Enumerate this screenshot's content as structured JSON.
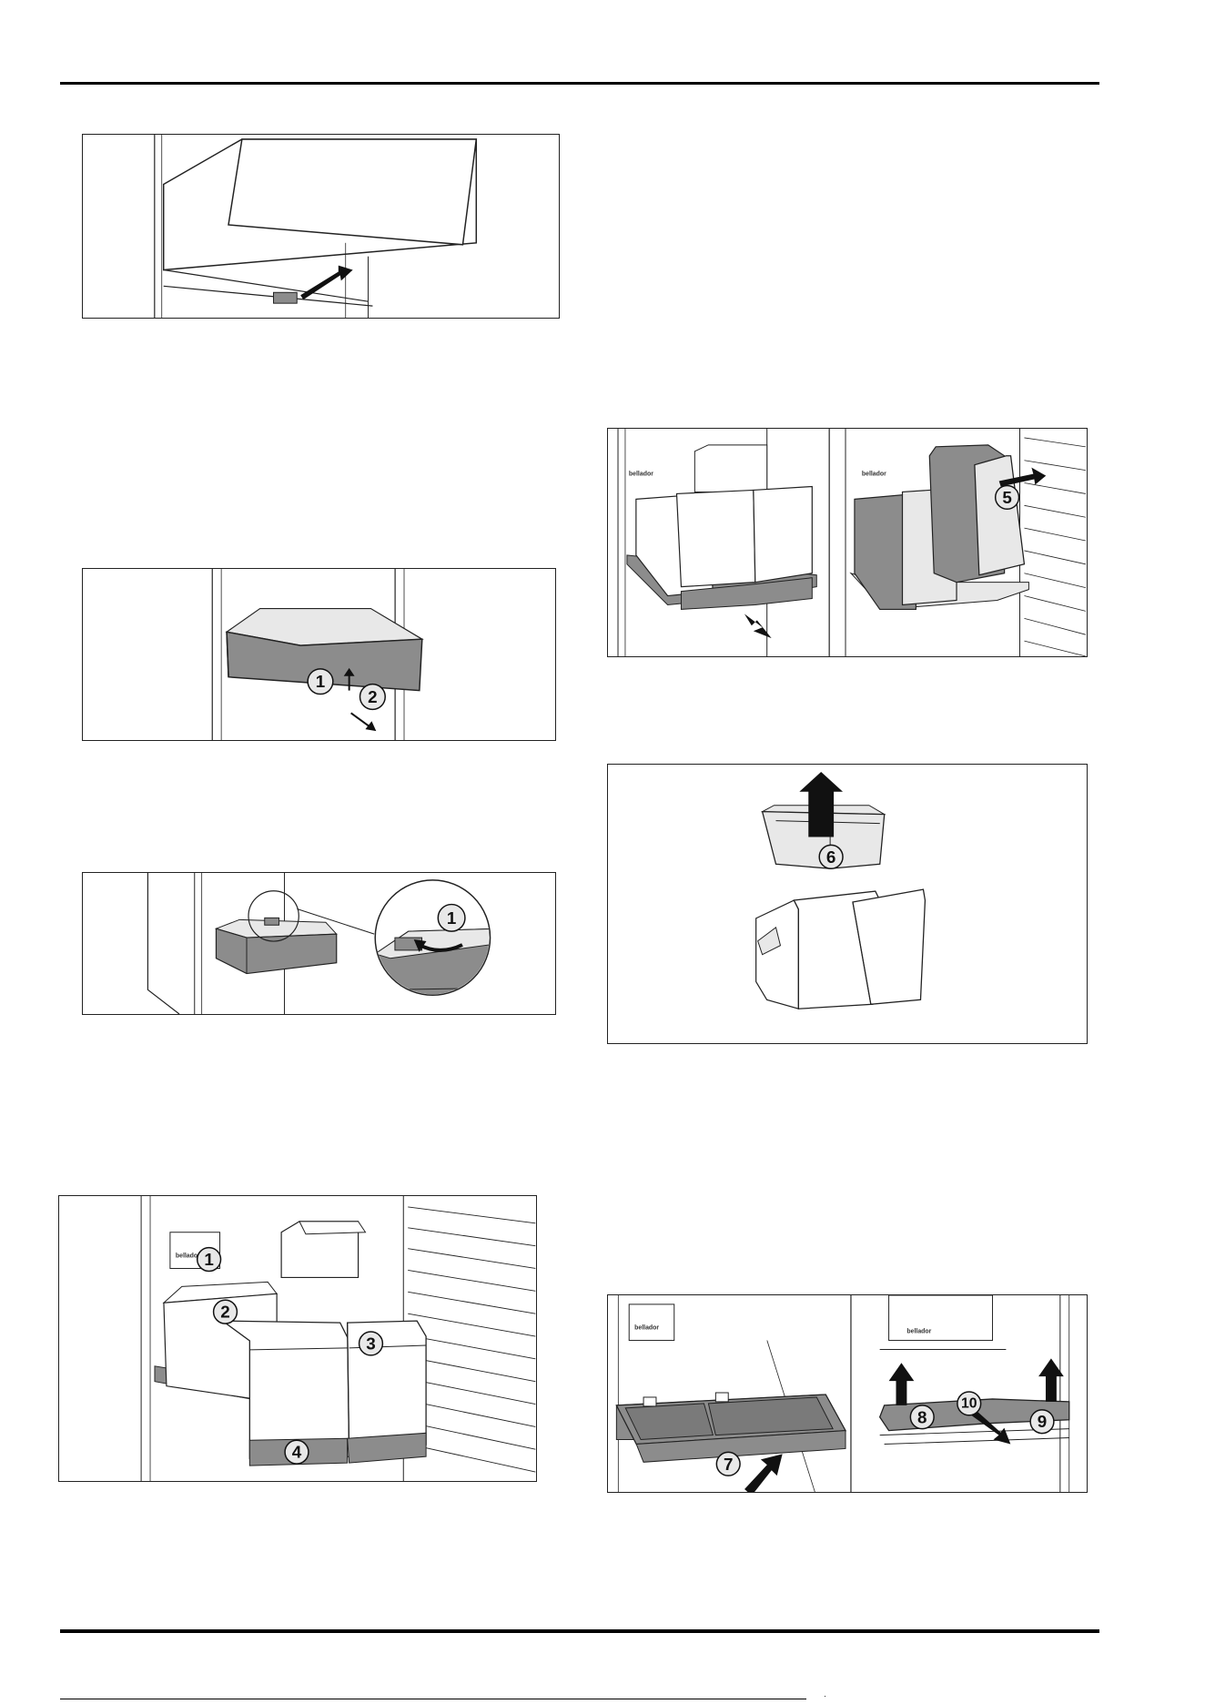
{
  "page": {
    "background": "#ffffff",
    "line_color": "#000000",
    "drawing_grey": "#8c8c8c",
    "light_grey": "#e8e8e8"
  },
  "figures": {
    "shelf_removal": {
      "callouts": []
    },
    "drawer_removal": {
      "callouts": [
        "1",
        "2"
      ]
    },
    "drawer_clip_detail": {
      "callouts": [
        "1"
      ]
    },
    "freezer_drawers_overview": {
      "brand_label": "bellador",
      "callouts": [
        "1",
        "2",
        "3",
        "4"
      ]
    },
    "bin_pull_out": {
      "brand_label": "bellador",
      "callouts": [
        "5"
      ]
    },
    "bin_insert_lift": {
      "callouts": [
        "6"
      ]
    },
    "shelf_tray_removal": {
      "brand_label": "bellador",
      "callouts": [
        "7",
        "8",
        "9",
        "10"
      ]
    }
  },
  "footer": {
    "mark": "·"
  }
}
